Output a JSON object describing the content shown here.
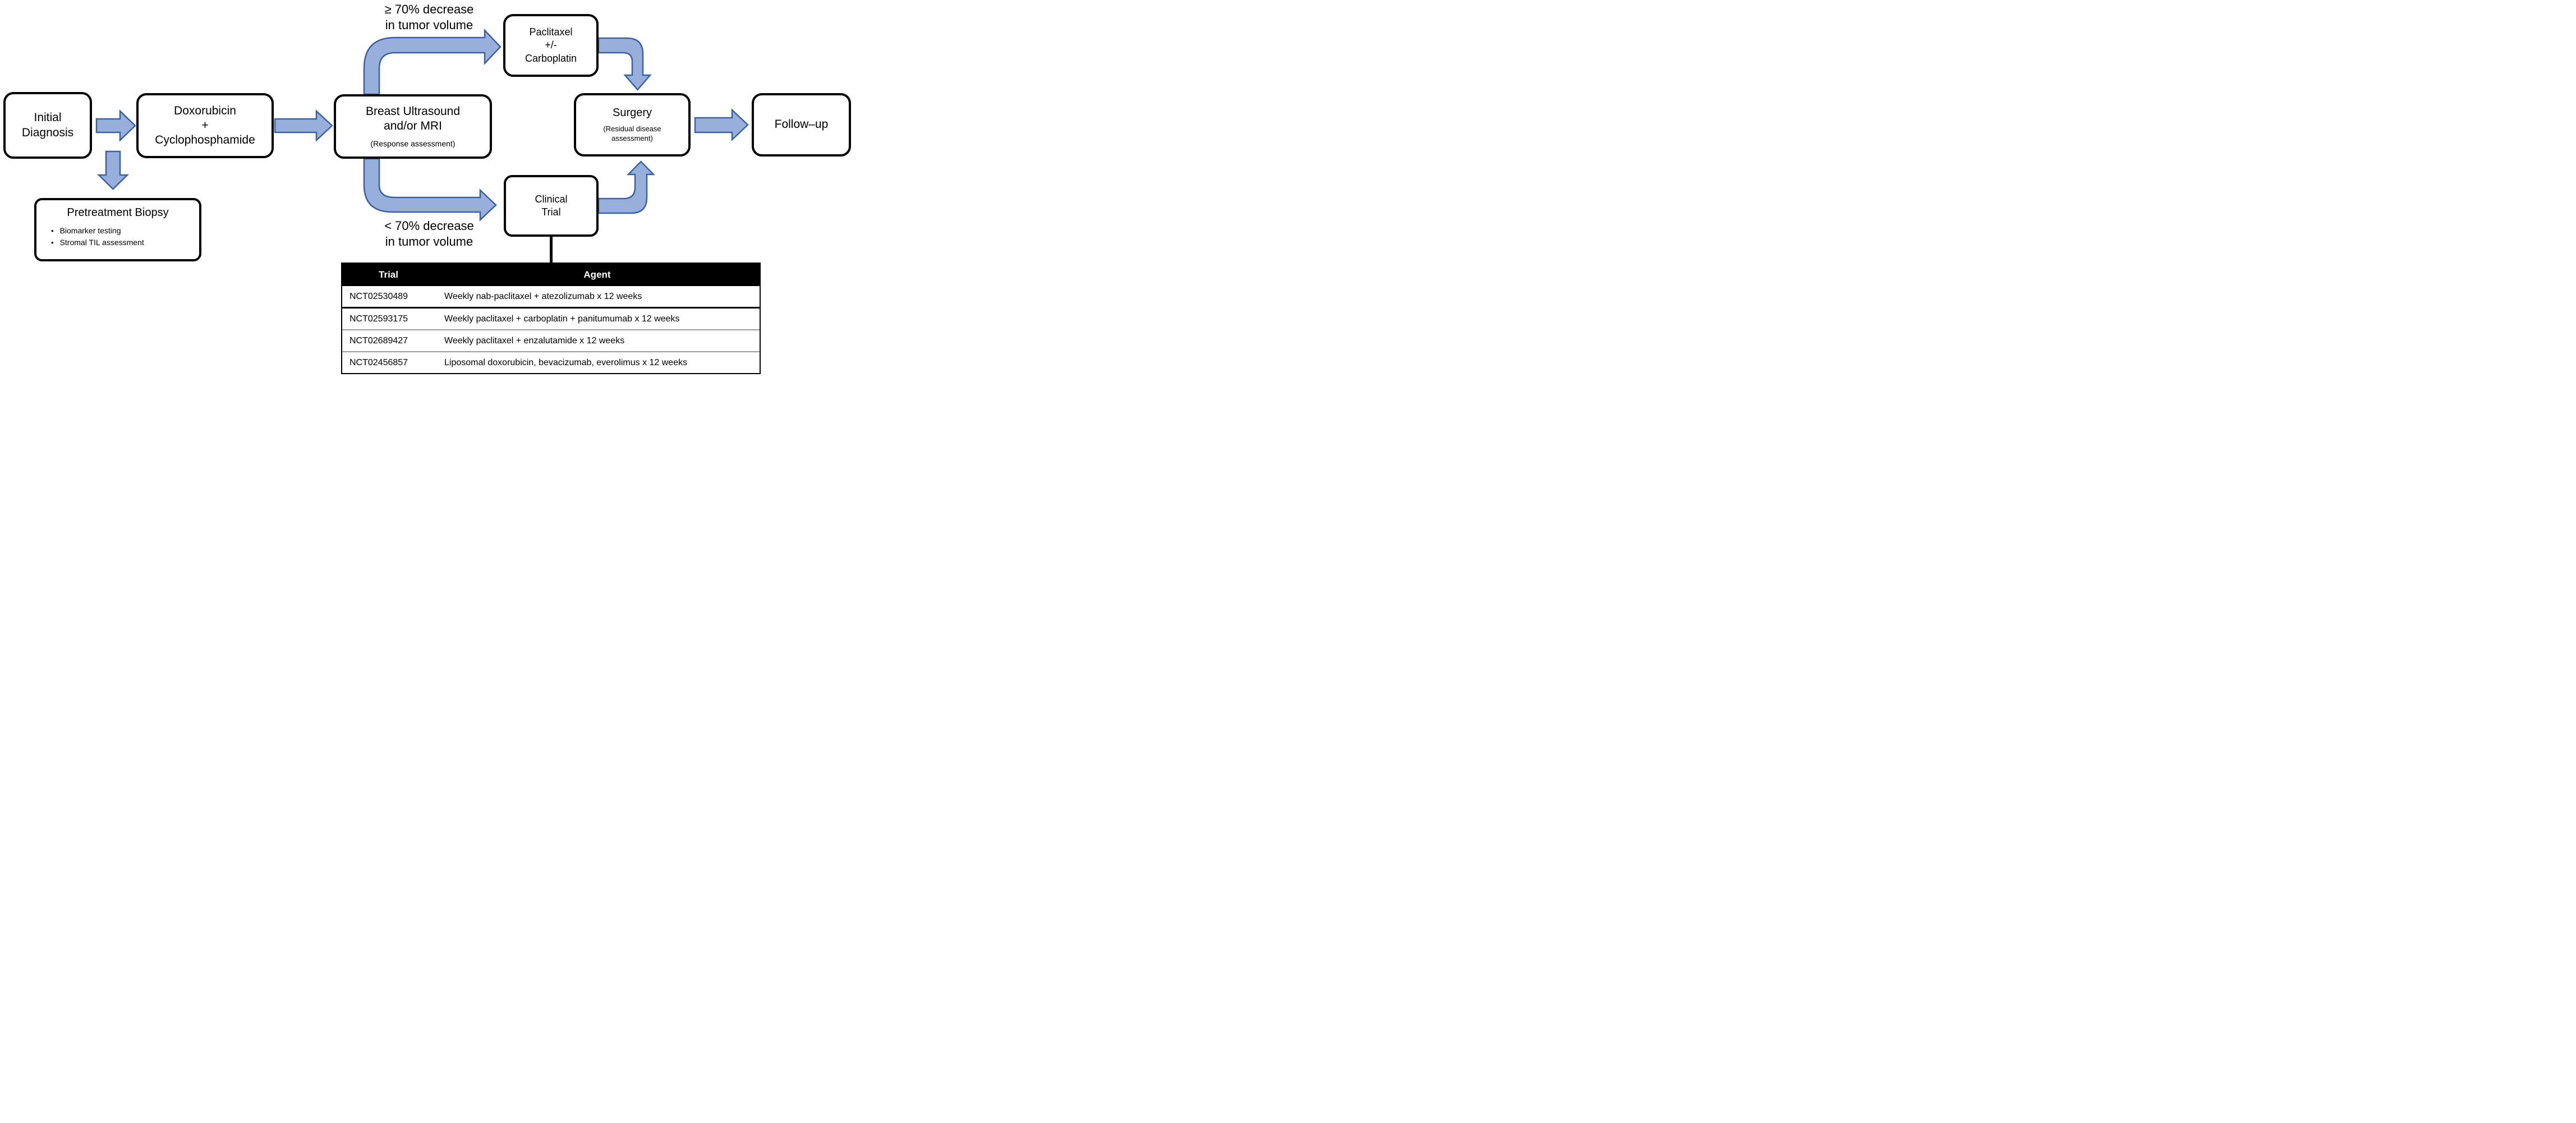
{
  "diagram": {
    "nodes": {
      "initial_diagnosis": {
        "lines": [
          "Initial",
          "Diagnosis"
        ]
      },
      "chemo": {
        "lines": [
          "Doxorubicin",
          "+",
          "Cyclophosphamide"
        ]
      },
      "pretreatment_biopsy": {
        "title": "Pretreatment Biopsy",
        "bullets": [
          "Biomarker testing",
          "Stromal TIL assessment"
        ]
      },
      "imaging": {
        "lines": [
          "Breast Ultrasound",
          "and/or MRI"
        ],
        "subtitle": "(Response assessment)"
      },
      "paclitaxel": {
        "lines": [
          "Paclitaxel",
          "+/-",
          "Carboplatin"
        ]
      },
      "clinical_trial": {
        "lines": [
          "Clinical",
          "Trial"
        ]
      },
      "surgery": {
        "title": "Surgery",
        "subtitle_lines": [
          "(Residual disease",
          "assessment)"
        ]
      },
      "follow_up": {
        "title": "Follow–up"
      }
    },
    "branch_labels": {
      "responder": [
        "≥ 70% decrease",
        "in tumor volume"
      ],
      "non_responder": [
        "< 70% decrease",
        "in tumor volume"
      ]
    },
    "colors": {
      "arrow_fill": "#98AFDC",
      "arrow_stroke": "#3860A4",
      "box_border": "#000000",
      "table_header_bg": "#000000",
      "table_header_text": "#FFFFFF"
    }
  },
  "trials_table": {
    "headers": [
      "Trial",
      "Agent"
    ],
    "rows": [
      {
        "trial": "NCT02530489",
        "agent": "Weekly nab-paclitaxel + atezolizumab x 12 weeks"
      },
      {
        "trial": "NCT02593175",
        "agent": "Weekly paclitaxel + carboplatin + panitumumab x 12 weeks"
      },
      {
        "trial": "NCT02689427",
        "agent": "Weekly paclitaxel + enzalutamide x 12 weeks"
      },
      {
        "trial": "NCT02456857",
        "agent": "Liposomal doxorubicin, bevacizumab, everolimus x 12 weeks"
      }
    ]
  }
}
